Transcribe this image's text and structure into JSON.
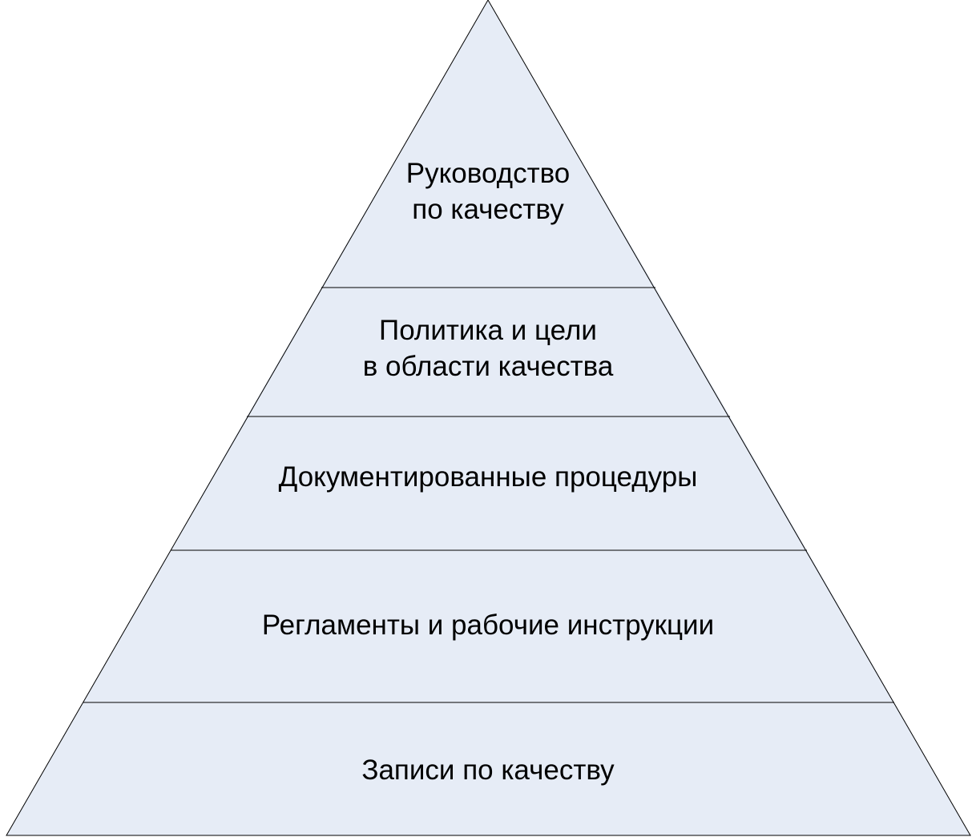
{
  "diagram": {
    "type": "pyramid",
    "fill_color": "#e6ecf6",
    "line_color": "#000000",
    "levels": [
      {
        "lines": [
          "Руководство",
          "по качеству"
        ]
      },
      {
        "lines": [
          "Политика и цели",
          "в области качества"
        ]
      },
      {
        "lines": [
          "Документированные процедуры"
        ]
      },
      {
        "lines": [
          "Регламенты и рабочие инструкции"
        ]
      },
      {
        "lines": [
          "Записи по качеству"
        ]
      }
    ]
  }
}
